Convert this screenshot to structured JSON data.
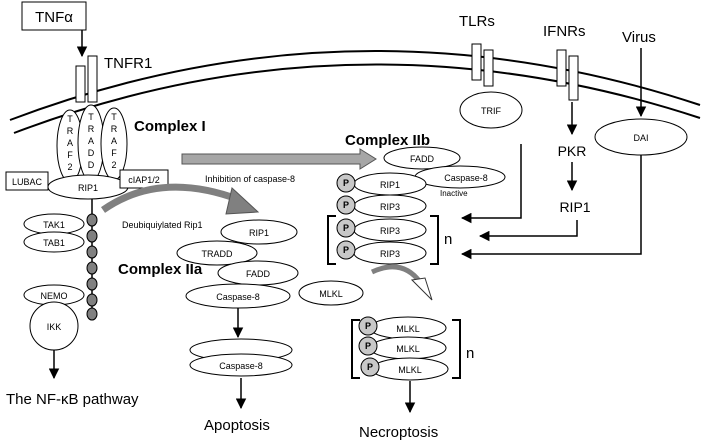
{
  "inputs": {
    "tnfa": "TNFα",
    "tnfr1": "TNFR1",
    "tlrs": "TLRs",
    "ifnrs": "IFNRs",
    "virus": "Virus"
  },
  "complex1": {
    "title": "Complex I",
    "traf2_letters": [
      "T",
      "R",
      "A",
      "F",
      "2"
    ],
    "tradd_letters": [
      "T",
      "R",
      "A",
      "D",
      "D"
    ],
    "lubac": "LUBAC",
    "rip1": "RIP1",
    "ciap": "cIAP1/2",
    "tak1": "TAK1",
    "tab1": "TAB1",
    "nemo": "NEMO",
    "ikk": "IKK"
  },
  "inhibition_label": "Inhibition of caspase-8",
  "deubiq_label": "Deubiquiylated Rip1",
  "complex2a": {
    "title": "Complex IIa",
    "rip1": "RIP1",
    "tradd": "TRADD",
    "fadd": "FADD",
    "caspase8": "Caspase-8",
    "caspase8_active": "Caspase-8"
  },
  "complex2b": {
    "title": "Complex IIb",
    "fadd": "FADD",
    "caspase8": "Caspase-8",
    "inactive": "Inactive",
    "p": "P",
    "rip1": "RIP1",
    "rip3": "RIP3",
    "n": "n"
  },
  "trif": "TRIF",
  "pkr": "PKR",
  "rip1_right": "RIP1",
  "dai": "DAI",
  "mlkl": "MLKL",
  "mlkl_n": "n",
  "outcomes": {
    "nfkb": "The NF-κB pathway",
    "apoptosis": "Apoptosis",
    "necroptosis": "Necroptosis"
  }
}
